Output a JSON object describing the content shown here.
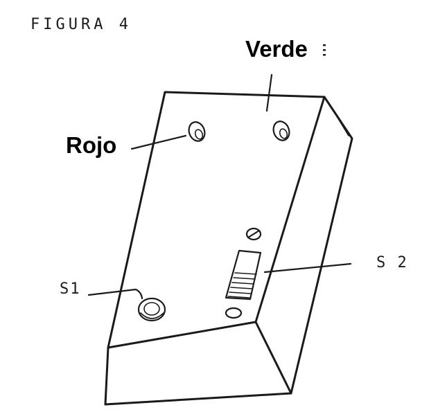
{
  "figure": {
    "title": "FIGURA  4",
    "labels": {
      "rojo": "Rojo",
      "verde": "Verde",
      "s1": "S1",
      "s2": "S 2"
    },
    "colors": {
      "ink": "#1a1a1a",
      "background": "#ffffff"
    }
  }
}
